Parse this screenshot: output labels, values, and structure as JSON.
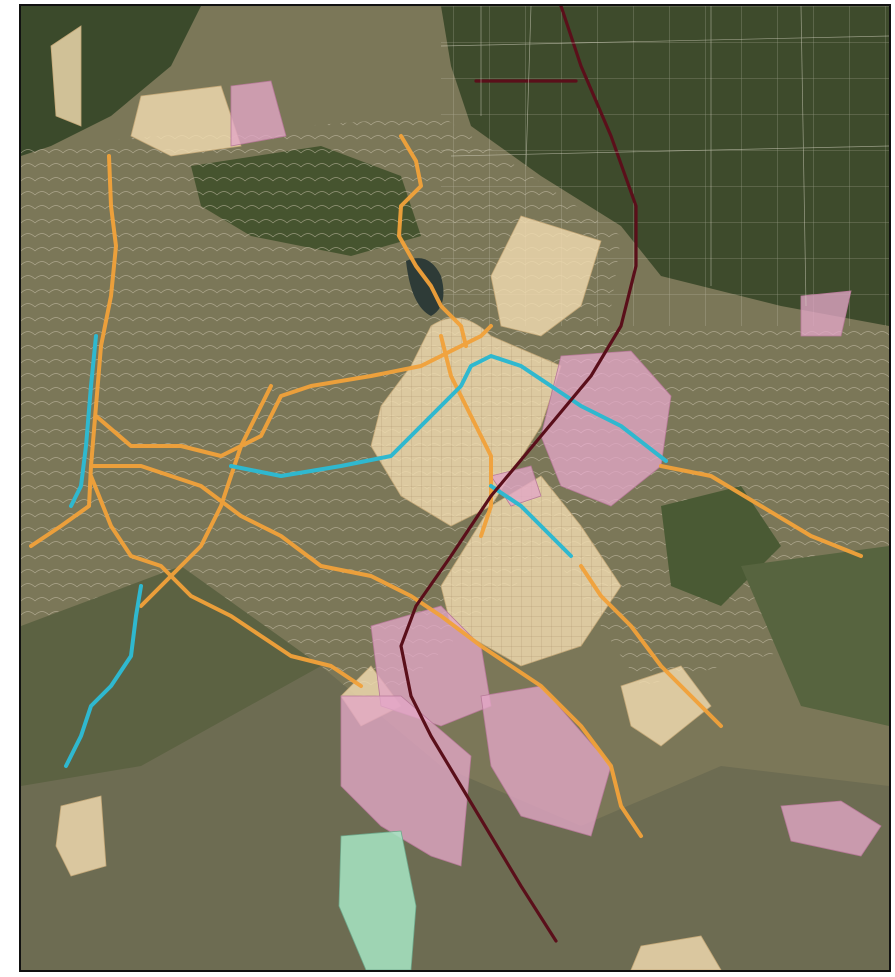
{
  "map": {
    "kind": "aerial-photo-with-overlays",
    "colors": {
      "frame": "#111111",
      "base_forest": "#3d4a2a",
      "base_suburb": "#7b7758",
      "trail_orange": "#f2a23a",
      "trail_blue": "#2fb8cf",
      "rail_line": "#5a0f1a",
      "zone_tan": "#f2dcb0",
      "zone_pink": "#e3a7c6",
      "zone_green": "#a7e6c4"
    },
    "layers": [
      {
        "id": "aerial-base",
        "type": "raster"
      },
      {
        "id": "orange-routes",
        "type": "line"
      },
      {
        "id": "blue-routes",
        "type": "line"
      },
      {
        "id": "rail-corridor",
        "type": "line"
      },
      {
        "id": "tan-zones",
        "type": "polygon"
      },
      {
        "id": "pink-zones",
        "type": "polygon"
      },
      {
        "id": "green-zone",
        "type": "polygon"
      }
    ]
  }
}
